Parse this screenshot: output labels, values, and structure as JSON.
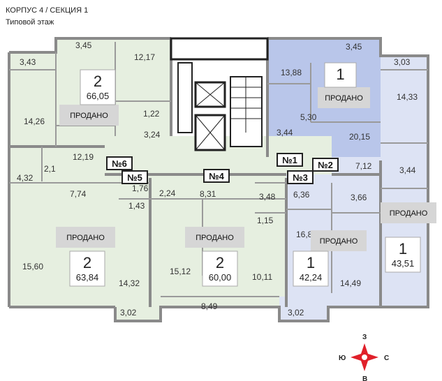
{
  "header": {
    "title": "КОРПУС 4 / СЕКЦИЯ 1",
    "subtitle": "Типовой этаж"
  },
  "sold_label": "ПРОДАНО",
  "colors": {
    "green": "#e6efe0",
    "blue": "#b9c6ea",
    "light_blue": "#dde3f4",
    "wall": "#8a8a8a",
    "compass": "#e0202a"
  },
  "apartments": [
    {
      "no": "№1",
      "rooms": "1",
      "area": "",
      "status": "sold"
    },
    {
      "no": "№2",
      "rooms": "1",
      "area": "43,51",
      "status": "sold"
    },
    {
      "no": "№3",
      "rooms": "1",
      "area": "42,24",
      "status": "sold"
    },
    {
      "no": "№4",
      "rooms": "2",
      "area": "60,00",
      "status": "sold"
    },
    {
      "no": "№5",
      "rooms": "2",
      "area": "63,84",
      "status": "sold"
    },
    {
      "no": "№6",
      "rooms": "2",
      "area": "66,05",
      "status": "sold"
    }
  ],
  "room_areas": [
    "3,45",
    "12,17",
    "3,43",
    "14,26",
    "1,22",
    "3,24",
    "12,19",
    "2,1",
    "4,32",
    "13,88",
    "3,45",
    "5,30",
    "3,44",
    "20,15",
    "3,03",
    "14,33",
    "7,12",
    "3,44",
    "7,74",
    "1,76",
    "1,43",
    "2,24",
    "8,31",
    "3,48",
    "1,15",
    "6,36",
    "3,66",
    "16,8",
    "15,60",
    "14,32",
    "3,02",
    "15,12",
    "10,11",
    "8,49",
    "14,49",
    "3,02"
  ],
  "compass": {
    "n": "З",
    "s": "В",
    "w": "Ю",
    "e": "С"
  }
}
